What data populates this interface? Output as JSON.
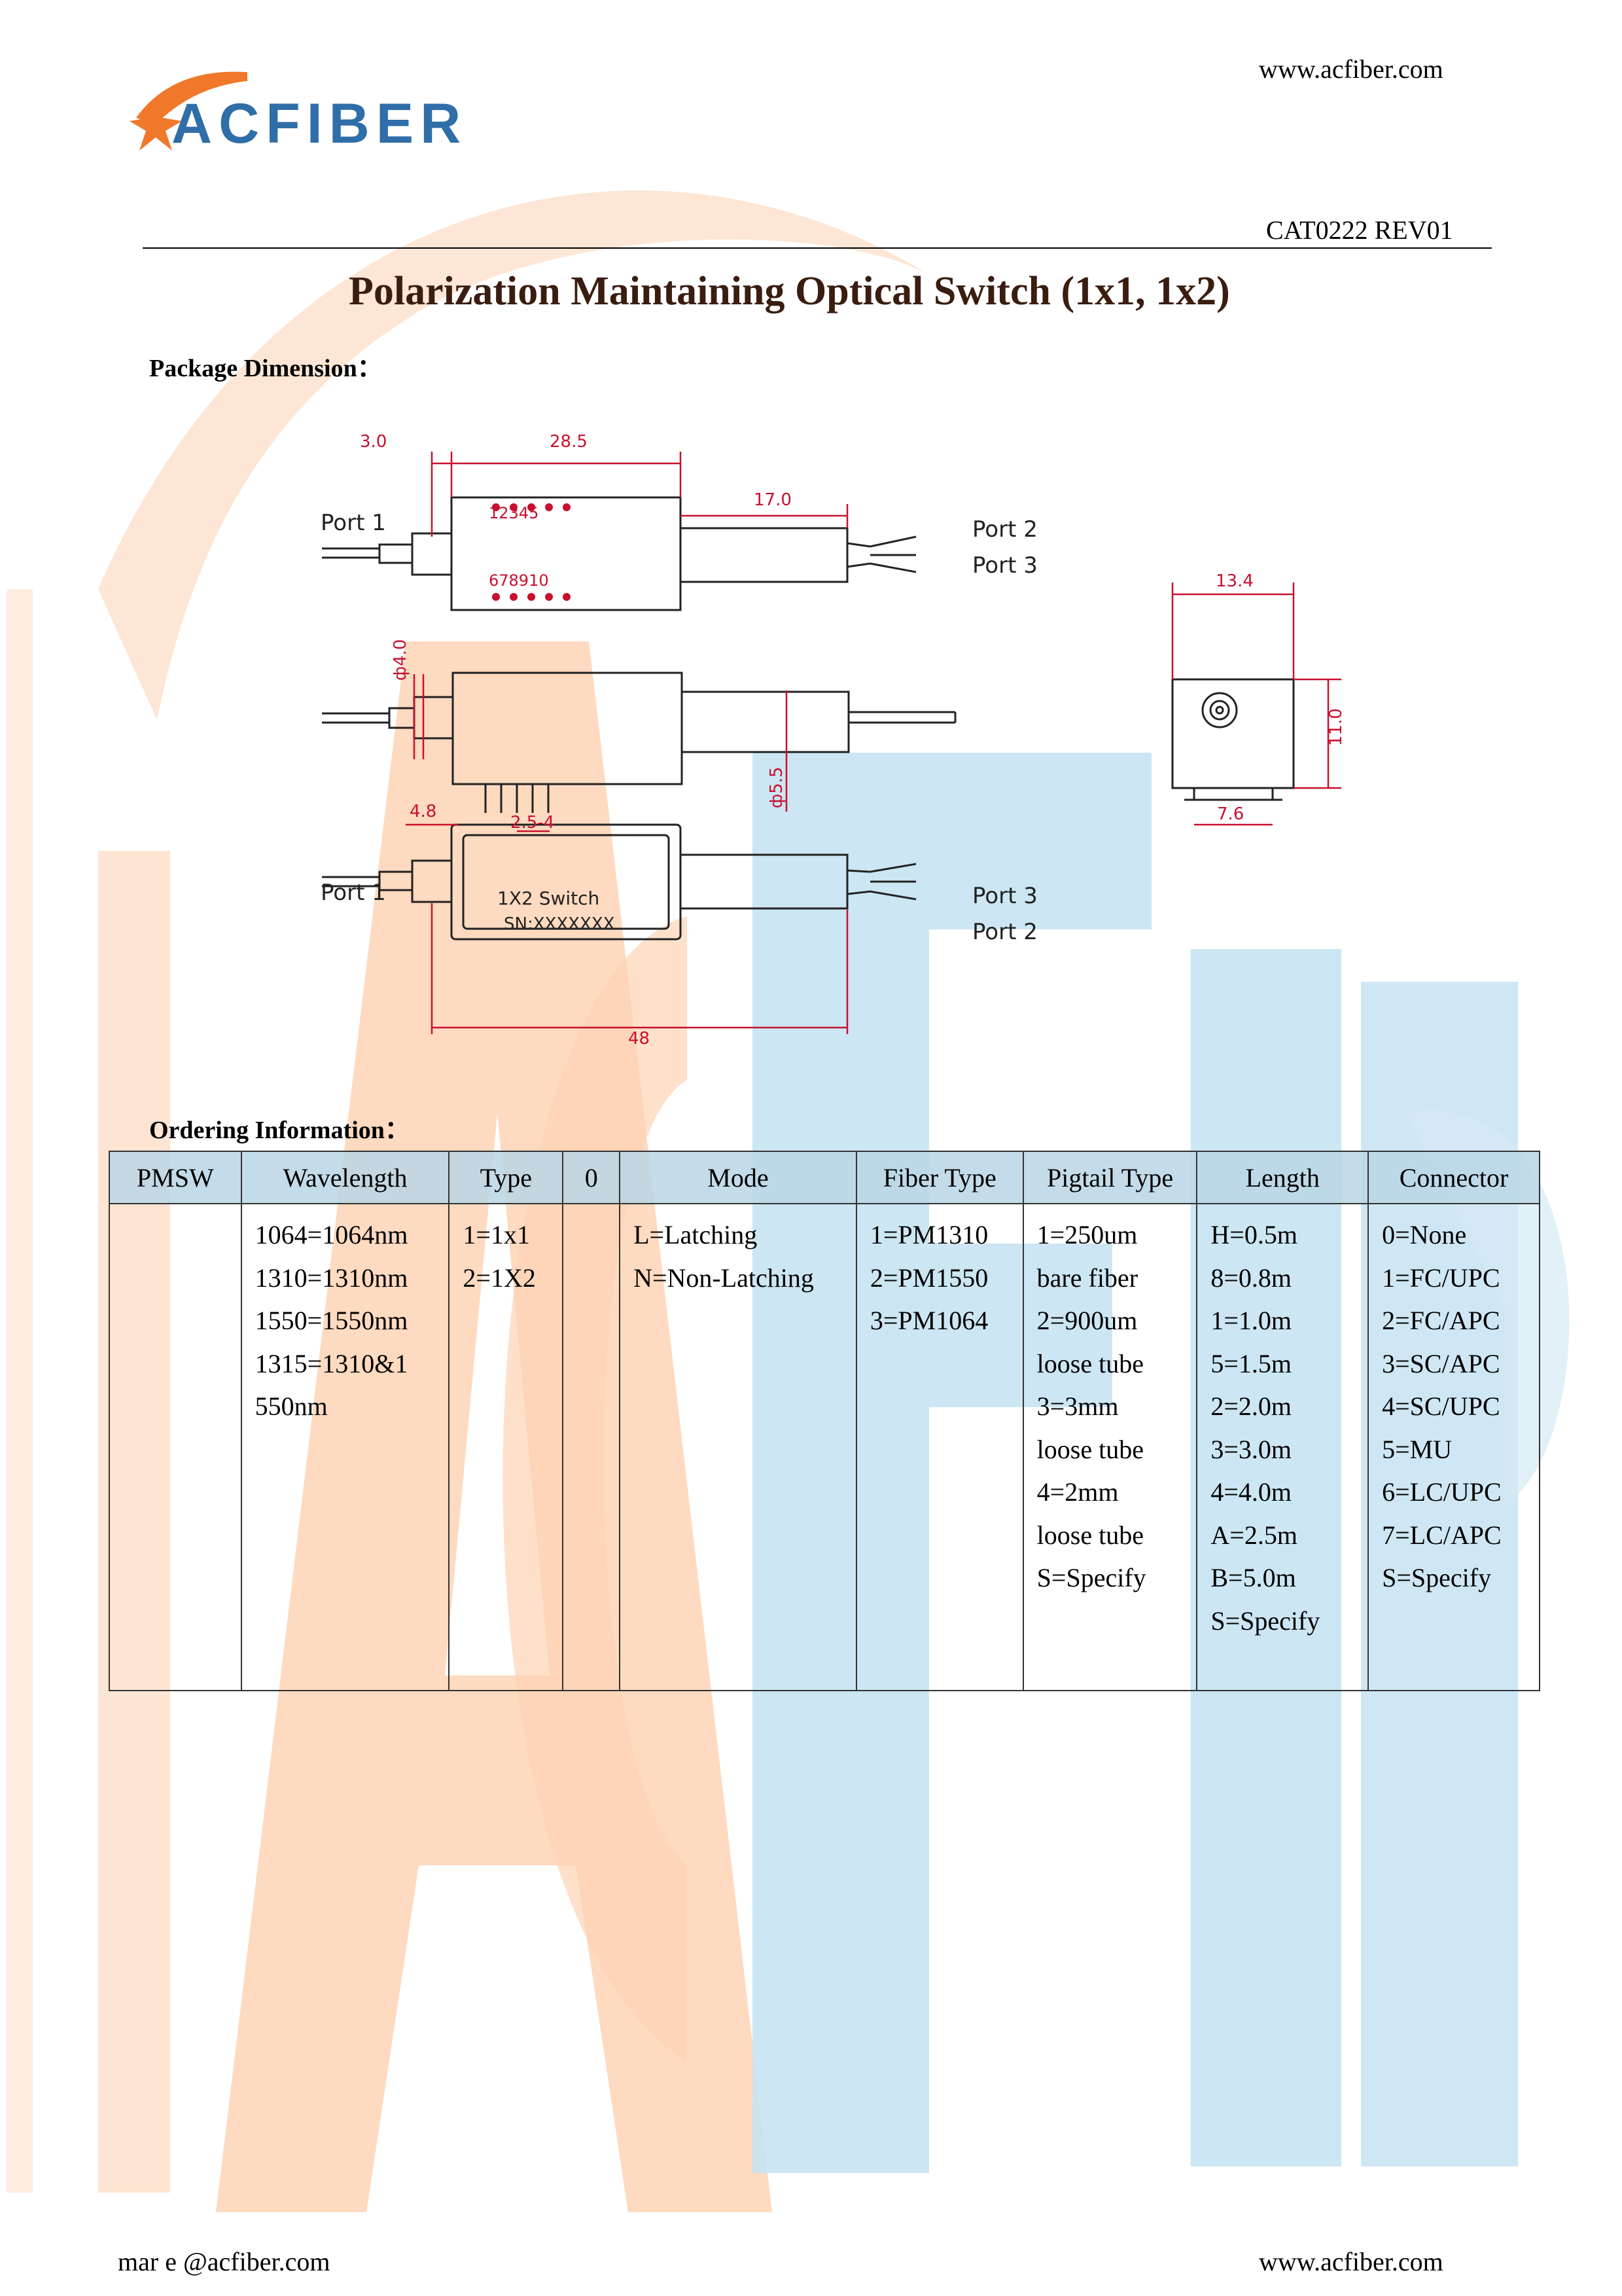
{
  "header": {
    "logo_text": "ACFIBER",
    "website": "www.acfiber.com",
    "doc_number": "CAT0222 REV01"
  },
  "title": "Polarization Maintaining Optical Switch (1x1, 1x2)",
  "package_section": {
    "heading": "Package Dimension：",
    "labels": {
      "port1": "Port  1",
      "port2": "Port  2",
      "port3": "Port  3",
      "port1_b": "Port  1",
      "port3_b": "Port  3",
      "port2_b": "Port  2",
      "dim_3_0": "3.0",
      "dim_28_5": "28.5",
      "dim_17_0": "17.0",
      "dim_13_4": "13.4",
      "dim_11_0": "11.0",
      "dim_7_6": "7.6",
      "dim_d4_0": "ф4.0",
      "dim_4_8": "4.8",
      "dim_2_5_4": "2.5-4",
      "dim_d5_5": "ф5.5",
      "dim_48": "48",
      "switch_label": "1X2  Switch",
      "serial_label": "SN:XXXXXXX",
      "pin_top": "12345",
      "pin_bottom": "678910"
    }
  },
  "ordering_section": {
    "heading": "Ordering Information：",
    "columns": [
      "PMSW",
      "Wavelength",
      "Type",
      "0",
      "Mode",
      "Fiber Type",
      "Pigtail Type",
      "Length",
      "Connector"
    ],
    "rows": [
      [],
      [
        "1064=1064nm",
        "1310=1310nm",
        "1550=1550nm",
        "1315=1310&1",
        "550nm"
      ],
      [
        "1=1x1",
        "2=1X2"
      ],
      [],
      [
        "L=Latching",
        "N=Non-Latching"
      ],
      [
        "1=PM1310",
        "2=PM1550",
        "3=PM1064"
      ],
      [
        "1=250um",
        "bare fiber",
        "2=900um",
        "loose tube",
        "3=3mm",
        "loose tube",
        "4=2mm",
        "loose tube",
        "S=Specify"
      ],
      [
        "H=0.5m",
        "8=0.8m",
        "1=1.0m",
        "5=1.5m",
        "2=2.0m",
        "3=3.0m",
        "4=4.0m",
        "A=2.5m",
        "B=5.0m",
        "S=Specify"
      ],
      [
        "0=None",
        "1=FC/UPC",
        "2=FC/APC",
        "3=SC/APC",
        "4=SC/UPC",
        "5=MU",
        "6=LC/UPC",
        "7=LC/APC",
        "S=Specify"
      ]
    ]
  },
  "footer": {
    "email": "mar  e @acfiber.com",
    "website": "www.acfiber.com"
  },
  "watermark": {
    "text": "ACFiber",
    "colors": {
      "orange": "#fdd3b5",
      "blue": "#c7e3f2"
    }
  },
  "colors": {
    "title": "#3a1d10",
    "logo_blue": "#2f6ea8",
    "logo_orange": "#f0782a",
    "table_header": "#bad6e5",
    "drawing_line": "#222222",
    "dimension_red": "#c8102e"
  }
}
